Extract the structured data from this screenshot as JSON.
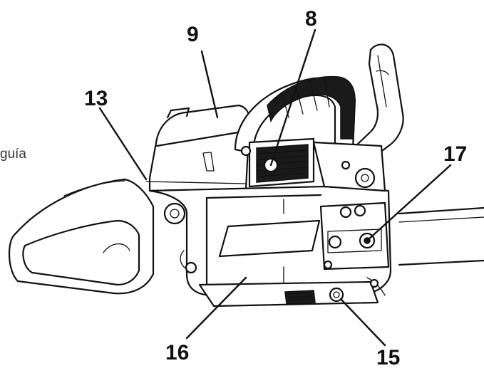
{
  "side_text": "guía",
  "callouts": [
    {
      "id": "c9",
      "label": "9"
    },
    {
      "id": "c8",
      "label": "8"
    },
    {
      "id": "c13",
      "label": "13"
    },
    {
      "id": "c17",
      "label": "17"
    },
    {
      "id": "c16",
      "label": "16"
    },
    {
      "id": "c15",
      "label": "15"
    }
  ]
}
